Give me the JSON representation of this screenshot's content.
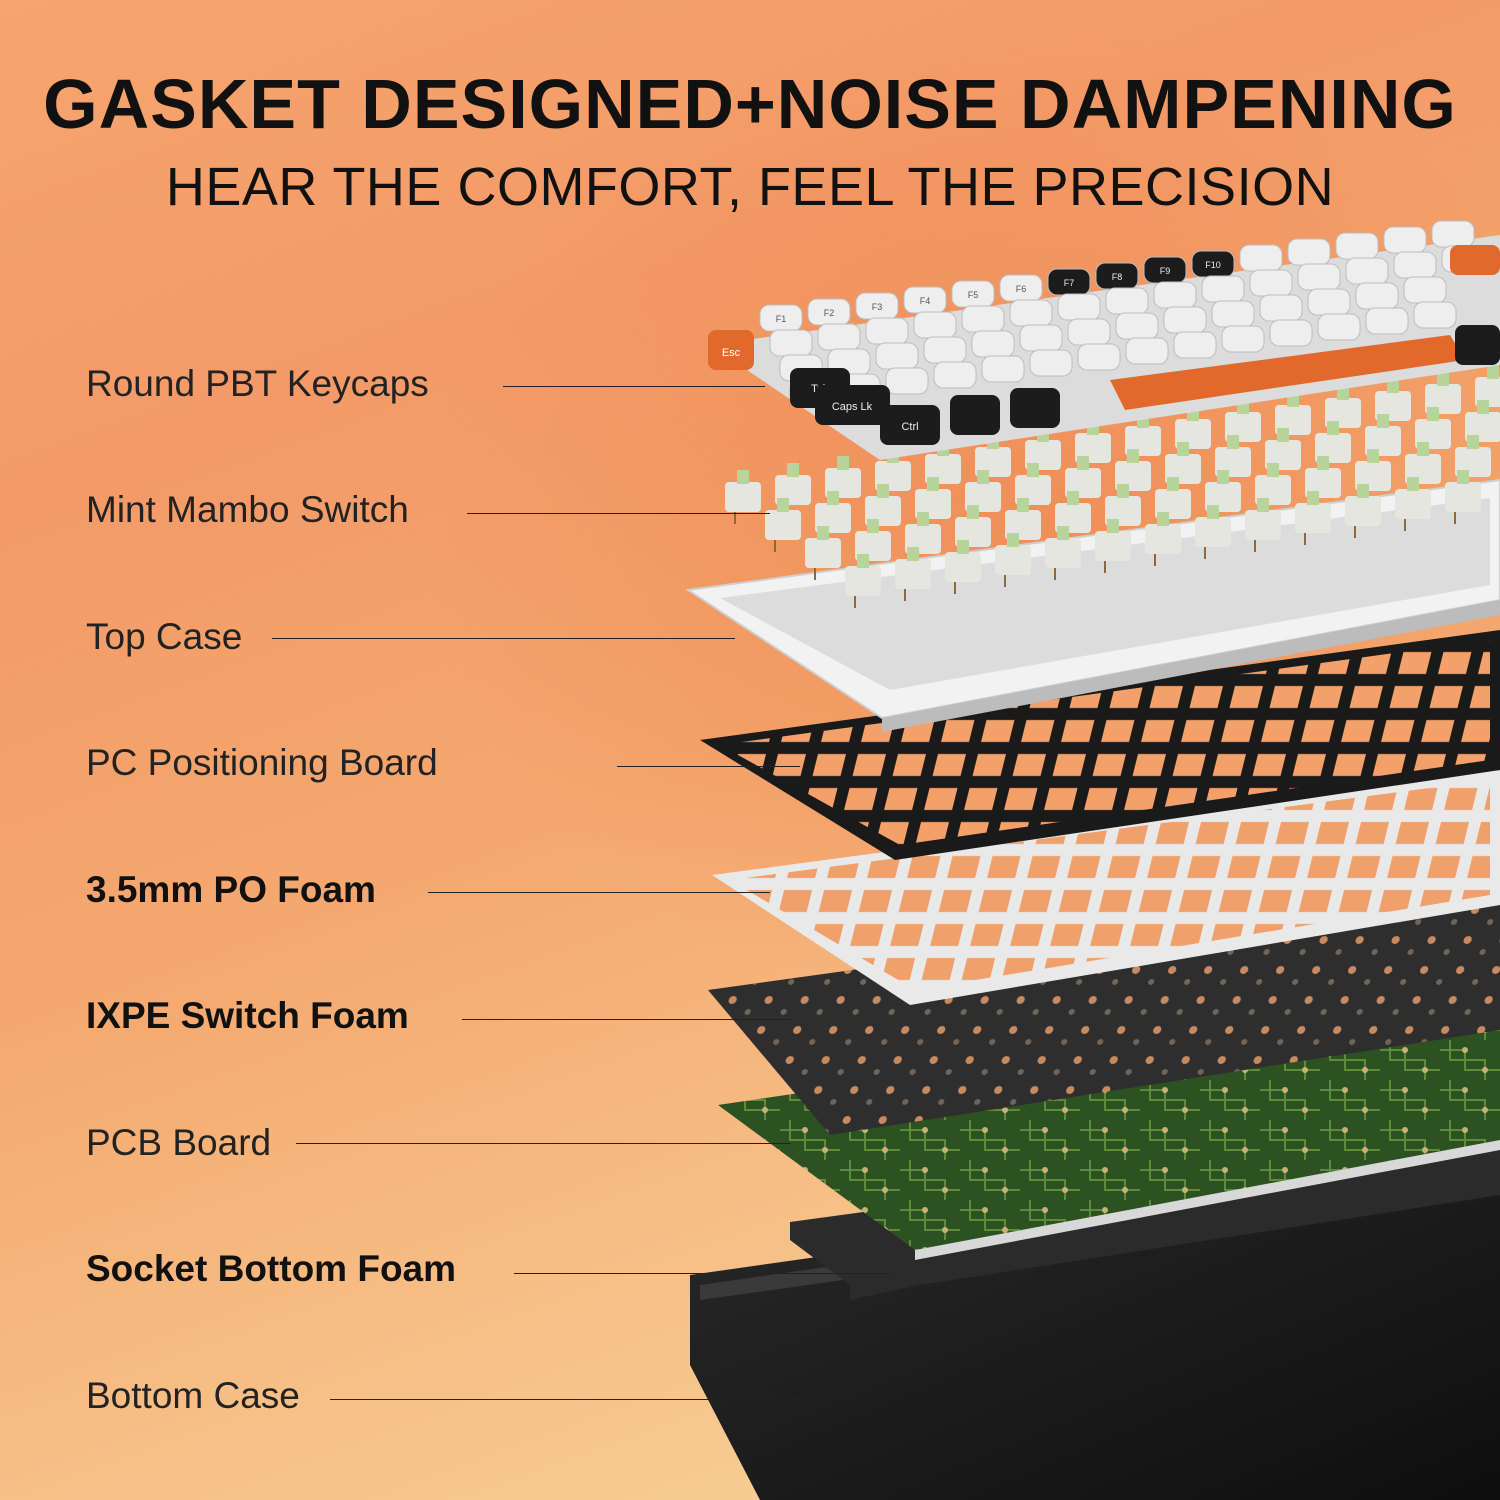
{
  "header": {
    "title": "GASKET DESIGNED+NOISE DAMPENING",
    "subtitle": "HEAR THE COMFORT, FEEL THE PRECISION"
  },
  "layers": [
    {
      "label": "Round PBT Keycaps",
      "bold": false
    },
    {
      "label": "Mint Mambo Switch",
      "bold": false
    },
    {
      "label": "Top Case",
      "bold": false
    },
    {
      "label": "PC Positioning Board",
      "bold": false
    },
    {
      "label": "3.5mm PO Foam",
      "bold": true
    },
    {
      "label": "IXPE Switch Foam",
      "bold": true
    },
    {
      "label": "PCB Board",
      "bold": false
    },
    {
      "label": "Socket Bottom Foam",
      "bold": true
    },
    {
      "label": "Bottom Case",
      "bold": false
    }
  ],
  "keycaps": {
    "esc": "Esc",
    "tab": "Tab",
    "caps": "Caps Lk",
    "ctrl": "Ctrl",
    "f_keys": [
      "F1",
      "F2",
      "F3",
      "F4",
      "F5",
      "F6",
      "F7",
      "F8",
      "F9",
      "F10"
    ]
  },
  "colors": {
    "accent_orange": "#e0692b",
    "keycap_white": "#eeeeee",
    "keycap_black": "#1c1c1c",
    "switch_mint": "#b7d59a",
    "pcb_green": "#2f5a24",
    "case_black": "#161616"
  }
}
